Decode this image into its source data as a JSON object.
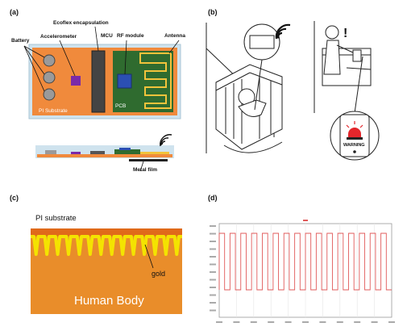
{
  "panels": {
    "a": {
      "label": "(a)",
      "labels": {
        "battery": "Battery",
        "accelerometer": "Accelerometer",
        "encapsulation": "Ecoflex encapsulation",
        "mcu": "MCU",
        "rf_module": "RF module",
        "antenna": "Antenna",
        "pi_substrate": "PI Substrate",
        "pcb": "PCB",
        "metal_film": "Metal film"
      },
      "colors": {
        "substrate": "#f08a3c",
        "pcb": "#2f6b2f",
        "encapsulation": "#cfe3ee",
        "antenna": "#f2c33b",
        "rf": "#2b4fb3",
        "accel": "#7b2aa8",
        "mcu": "#444444"
      }
    },
    "b": {
      "label": "(b)",
      "warning_text": "WARNING",
      "exclamation": "!"
    },
    "c": {
      "label": "(c)",
      "title": "PI substrate",
      "gold_label": "gold",
      "body_label": "Human Body",
      "colors": {
        "pi": "#e06a1a",
        "gold": "#f4e300",
        "body": "#e98d2a"
      }
    },
    "d": {
      "label": "(d)",
      "chart_data": {
        "type": "line",
        "signal": "square-wave",
        "cycles": 16,
        "high": 1,
        "low": 0,
        "color": "#e05a5a"
      }
    }
  }
}
